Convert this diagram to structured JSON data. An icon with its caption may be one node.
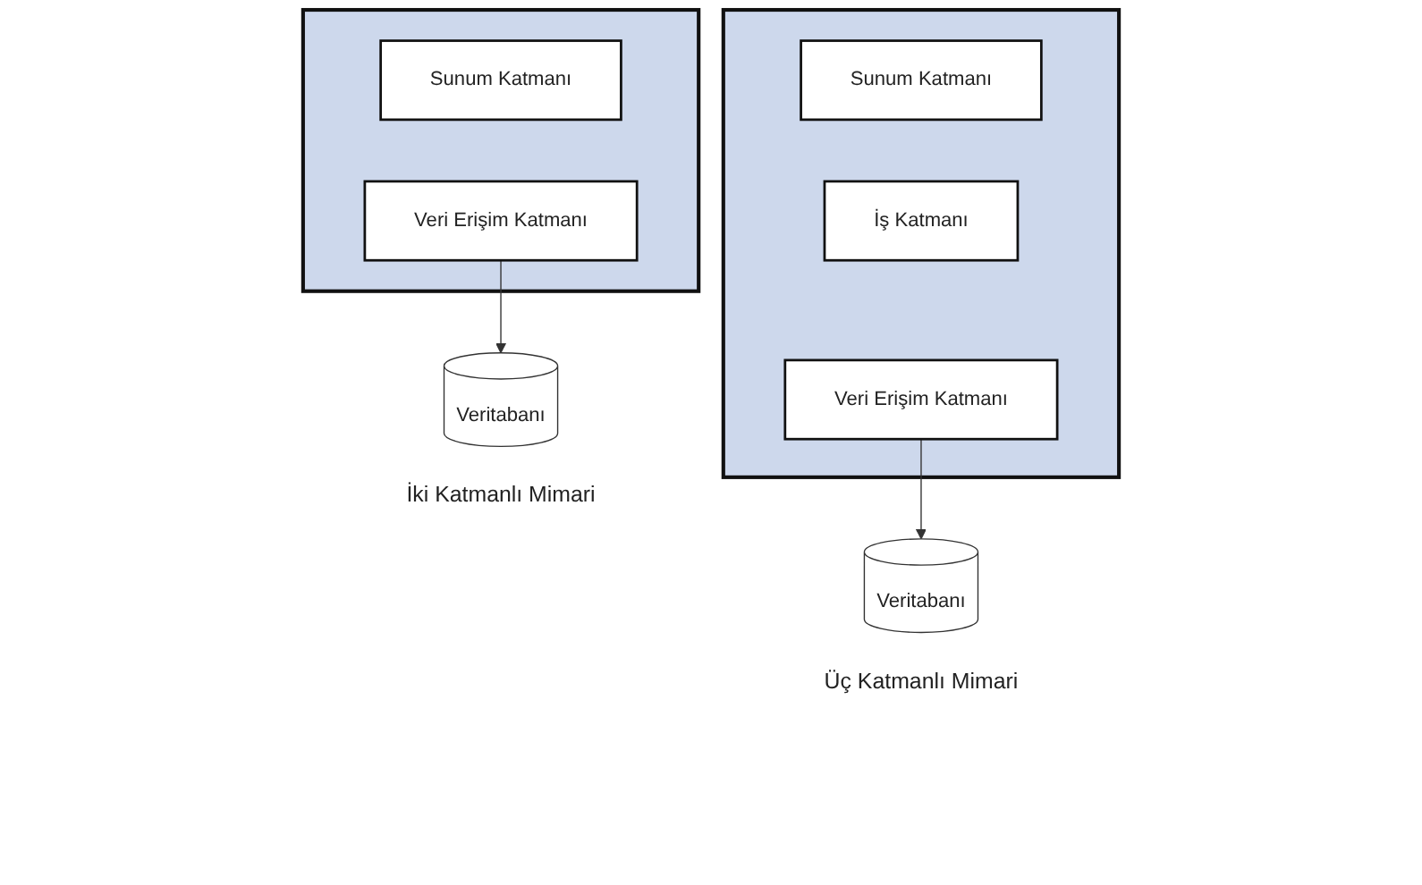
{
  "diagram": {
    "nodes": [
      {
        "text": [],
        "shape": "box"
      },
      {
        "text": [
          "Sunum Katmanı"
        ],
        "in": 0
      },
      {
        "text": [
          "Veri Erişim Katmanı"
        ],
        "in": 0
      },
      {
        "text": [
          "Veritabanı"
        ],
        "beside": [
          "İki Katmanlı Mimari"
        ]
      },
      {
        "text": [],
        "shape": "box"
      },
      {
        "text": [
          "Sunum Katmanı"
        ],
        "in": 4
      },
      {
        "text": [
          "İş Katmanı"
        ],
        "in": 4
      },
      {
        "text": [
          "Veri Erişim Katmanı"
        ],
        "in": 4
      },
      {
        "text": [
          "Veritabanı"
        ],
        "beside": [
          "Üç Katmanlı Mimari"
        ]
      }
    ],
    "edges": [
      {
        "from": 2,
        "to": 3,
        "arrow": "to"
      },
      {
        "from": 7,
        "to": 8,
        "arrow": "to"
      }
    ]
  }
}
